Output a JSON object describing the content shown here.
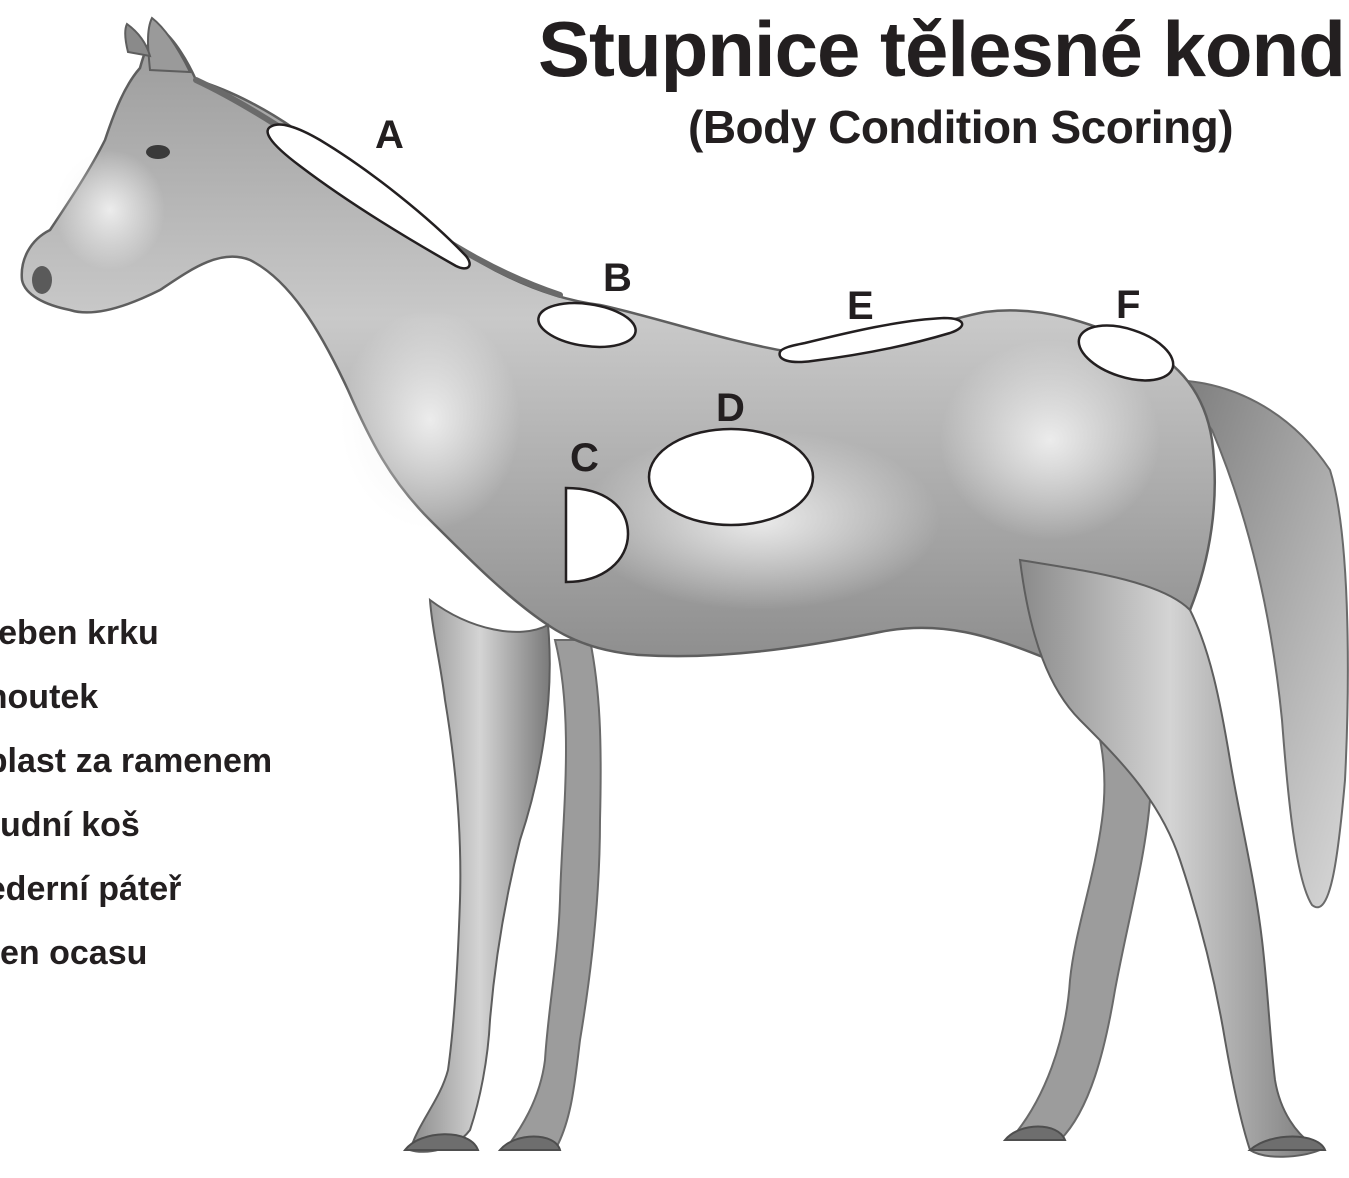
{
  "title": "Stupnice tělesné kondic",
  "subtitle": "(Body Condition Scoring)",
  "regions": [
    {
      "letter": "A"
    },
    {
      "letter": "B"
    },
    {
      "letter": "C"
    },
    {
      "letter": "D"
    },
    {
      "letter": "E"
    },
    {
      "letter": "F"
    }
  ],
  "legend": [
    "ěřeben krku",
    "ohoutek",
    "oblast za ramenem",
    "hrudní koš",
    "dederní páteř",
    "ořen ocasu"
  ],
  "colors": {
    "text": "#231f20",
    "horse_light": "#d8d8d8",
    "horse_mid": "#a8a8a8",
    "horse_dark": "#6e6e6e",
    "marker_fill": "#ffffff",
    "marker_stroke": "#231f20"
  }
}
